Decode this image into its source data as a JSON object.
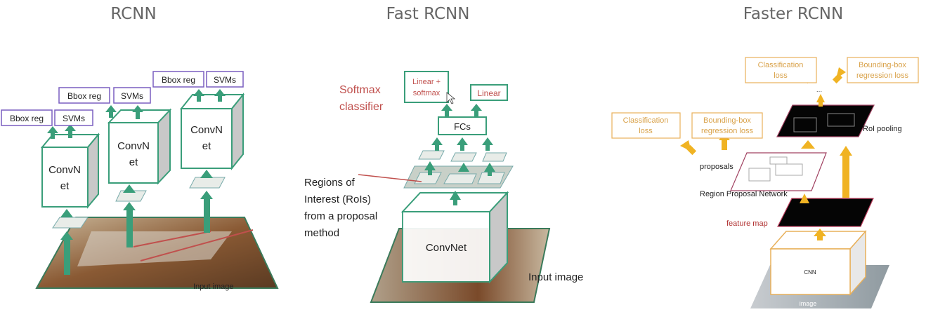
{
  "panels": {
    "rcnn": {
      "title": "RCNN",
      "convnet": [
        "ConvN",
        "et"
      ],
      "bbox_reg": "Bbox reg",
      "svms": "SVMs",
      "input_image": "Input image"
    },
    "fast": {
      "title": "Fast RCNN",
      "softmax": [
        "Softmax",
        "classifier"
      ],
      "linear_softmax": [
        "Linear +",
        "softmax"
      ],
      "linear": "Linear",
      "fcs": "FCs",
      "rois": [
        "Regions of",
        "Interest (RoIs)",
        "from a proposal",
        "method"
      ],
      "convnet": "ConvNet",
      "input_image": "Input image"
    },
    "faster": {
      "title": "Faster RCNN",
      "cls_loss": [
        "Classification",
        "loss"
      ],
      "bbox_loss": [
        "Bounding-box",
        "regression loss"
      ],
      "dots": "...",
      "roi_pooling": "RoI pooling",
      "proposals": "proposals",
      "rpn": "Region Proposal Network",
      "feature_map": "feature map",
      "cnn": "CNN",
      "image": "image"
    }
  },
  "colors": {
    "green": "#3a9e7a",
    "purple": "#7a5fc0",
    "orange_box": "#e8b05a",
    "arrow_yellow": "#f0b323",
    "softmax_red": "#c0504d"
  }
}
